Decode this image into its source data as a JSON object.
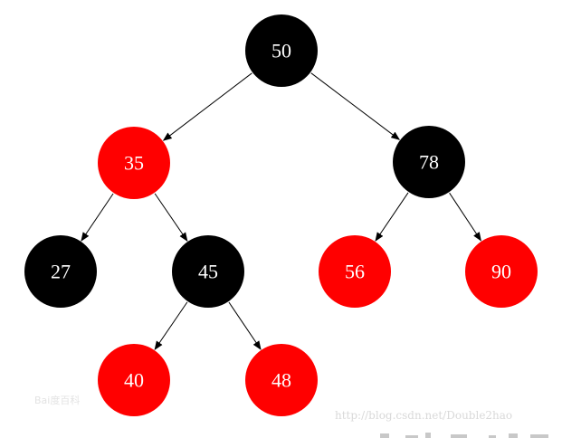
{
  "colors": {
    "red": "#ff0000",
    "black": "#000000",
    "edge": "#000000",
    "label": "#ffffff",
    "background": "#ffffff"
  },
  "tree": {
    "nodes": [
      {
        "id": "n50",
        "label": "50",
        "color": "black"
      },
      {
        "id": "n35",
        "label": "35",
        "color": "red"
      },
      {
        "id": "n78",
        "label": "78",
        "color": "black"
      },
      {
        "id": "n27",
        "label": "27",
        "color": "black"
      },
      {
        "id": "n45",
        "label": "45",
        "color": "black"
      },
      {
        "id": "n56",
        "label": "56",
        "color": "red"
      },
      {
        "id": "n90",
        "label": "90",
        "color": "red"
      },
      {
        "id": "n40",
        "label": "40",
        "color": "red"
      },
      {
        "id": "n48",
        "label": "48",
        "color": "red"
      }
    ],
    "edges": [
      {
        "from": "n50",
        "to": "n35"
      },
      {
        "from": "n50",
        "to": "n78"
      },
      {
        "from": "n35",
        "to": "n27"
      },
      {
        "from": "n35",
        "to": "n45"
      },
      {
        "from": "n78",
        "to": "n56"
      },
      {
        "from": "n78",
        "to": "n90"
      },
      {
        "from": "n45",
        "to": "n40"
      },
      {
        "from": "n45",
        "to": "n48"
      }
    ]
  },
  "watermark": {
    "url": "http://blog.csdn.net/Double2hao",
    "logo_text": "Bai度百科"
  }
}
